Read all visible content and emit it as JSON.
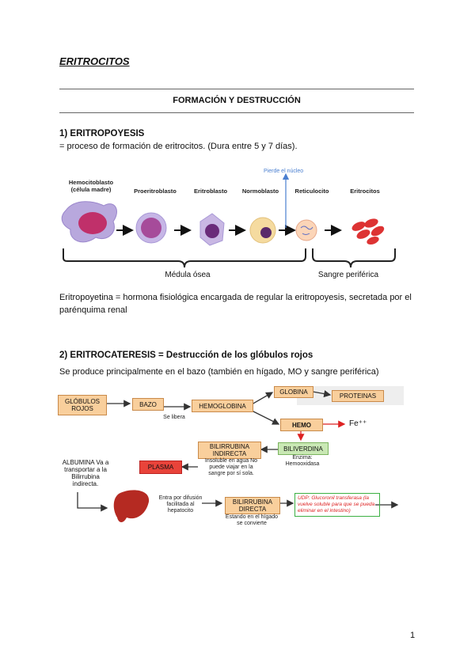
{
  "title": "ERITROCITOS",
  "subtitle": "FORMACIÓN Y DESTRUCCIÓN",
  "section1": {
    "heading": "1) ERITROPOYESIS",
    "definition": "= proceso de formación de eritrocitos. (Dura entre 5 y 7 días).",
    "figure": {
      "nucleus_label": "Pierde el núcleo",
      "cells": [
        "Hemocitoblasto (célula madre)",
        "Proeritroblasto",
        "Eritroblasto",
        "Normoblasto",
        "Reticulocito",
        "Eritrocitos"
      ],
      "region_bone": "Médula ósea",
      "region_blood": "Sangre periférica"
    },
    "eritropoyetina": "Eritropoyetina = hormona fisiológica encargada de regular la eritropoyesis, secretada por el parénquima renal"
  },
  "section2": {
    "heading": "2) ERITROCATERESIS = Destrucción de los glóbulos rojos",
    "intro": "Se produce principalmente en el bazo (también en hígado, MO y sangre periférica)",
    "diagram": {
      "globulos": "GLÓBULOS ROJOS",
      "bazo": "BAZO",
      "hemoglobina": "HEMOGLOBINA",
      "se_libera": "Se libera",
      "globina": "GLOBINA",
      "proteinas": "PROTEINAS",
      "hemo": "HEMO",
      "fe": "Fe⁺⁺",
      "biliverdina": "BILIVERDINA",
      "enzima": "Enzima: Hemooxidasa",
      "bili_indirecta": "BILIRRUBINA INDIRECTA",
      "insoluble": "Insoluble en agua No puede viajar en la sangre por sí sola.",
      "plasma": "PLASMA",
      "albumina": "ALBUMINA Va a transportar a la Bilirrubina indirecta.",
      "entra": "Entra por difusión facilitada al hepatocito",
      "bili_directa": "BILIRRUBINA DIRECTA",
      "estando": "Estando en el hígado se convierte",
      "udp": "UDP: Glucoronil transferasa (la vuelve soluble para que se pueda eliminar en el intestino)"
    }
  },
  "page_number": "1"
}
